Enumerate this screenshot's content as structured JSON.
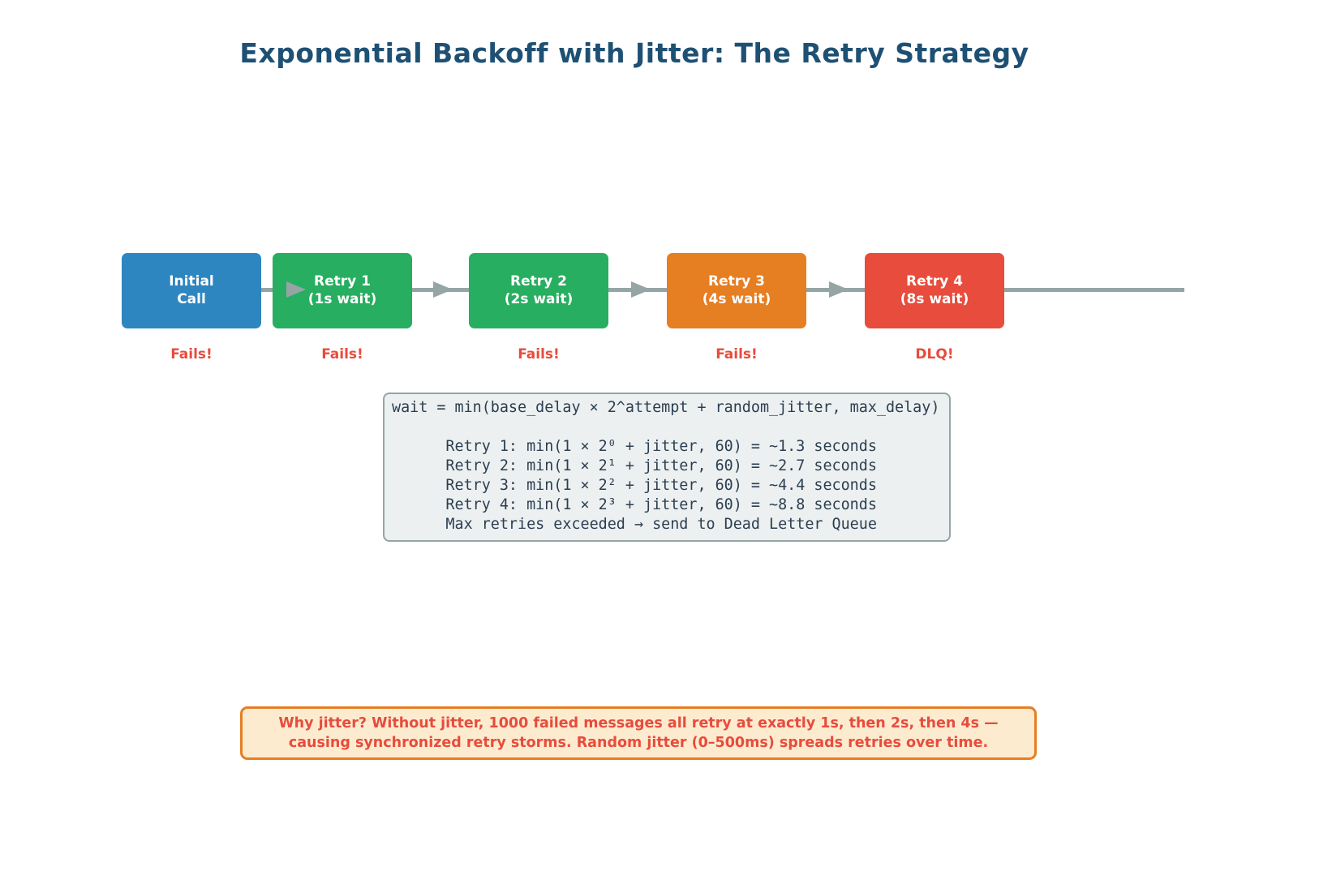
{
  "title": "Exponential Backoff with Jitter: The Retry Strategy",
  "colors": {
    "title-blue": "#1E5074",
    "connector-gray": "#95A5A6",
    "fail-red": "#E74C3C",
    "code-bg": "#ECF0F1",
    "code-border": "#95A5A6",
    "code-text": "#2C3E50",
    "note-bg": "#FDEBD0",
    "note-border": "#E67E22",
    "note-text": "#E74C3C"
  },
  "flow": {
    "steps": [
      {
        "label": "Initial\nCall",
        "color": "#2E86C1",
        "status": "Fails!"
      },
      {
        "label": "Retry 1\n(1s wait)",
        "color": "#27AE60",
        "status": "Fails!"
      },
      {
        "label": "Retry 2\n(2s wait)",
        "color": "#27AE60",
        "status": "Fails!"
      },
      {
        "label": "Retry 3\n(4s wait)",
        "color": "#E67E22",
        "status": "Fails!"
      },
      {
        "label": "Retry 4\n(8s wait)",
        "color": "#E74C3C",
        "status": "DLQ!"
      }
    ]
  },
  "code_block": {
    "lines": [
      "wait = min(base_delay × 2^attempt + random_jitter, max_delay)",
      "",
      "      Retry 1: min(1 × 2⁰ + jitter, 60) = ~1.3 seconds",
      "      Retry 2: min(1 × 2¹ + jitter, 60) = ~2.7 seconds",
      "      Retry 3: min(1 × 2² + jitter, 60) = ~4.4 seconds",
      "      Retry 4: min(1 × 2³ + jitter, 60) = ~8.8 seconds",
      "      Max retries exceeded → send to Dead Letter Queue"
    ]
  },
  "note": {
    "line1": "Why jitter? Without jitter, 1000 failed messages all retry at exactly 1s, then 2s, then 4s —",
    "line2": "causing synchronized retry storms. Random jitter (0–500ms) spreads retries over time."
  }
}
